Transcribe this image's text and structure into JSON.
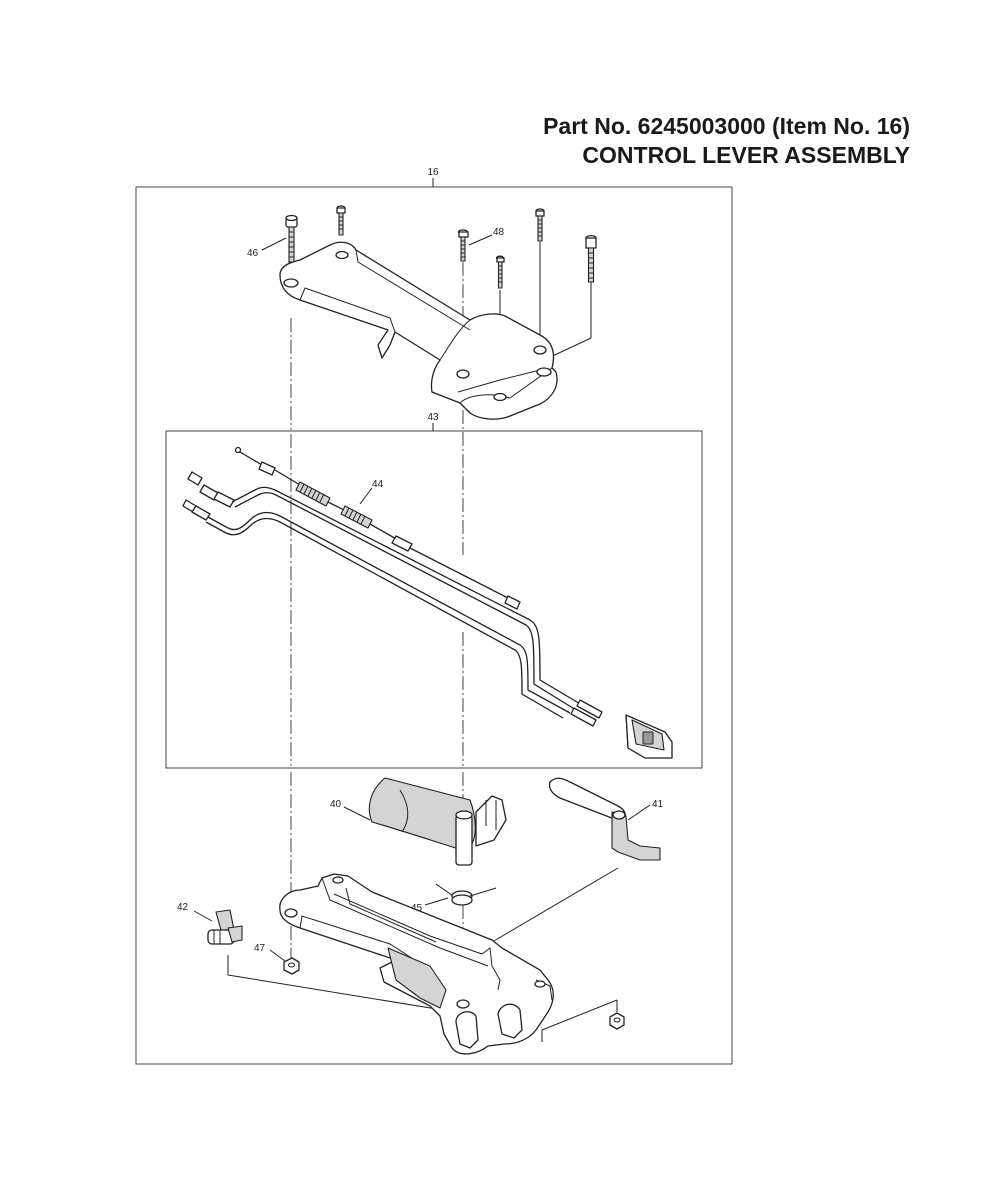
{
  "header": {
    "part_line": "Part No. 6245003000 (Item No. 16)",
    "assembly_name": "CONTROL LEVER ASSEMBLY"
  },
  "callouts": {
    "item_16": "16",
    "item_40": "40",
    "item_41": "41",
    "item_42": "42",
    "item_43": "43",
    "item_44": "44",
    "item_45": "45",
    "item_46": "46",
    "item_47": "47",
    "item_48": "48"
  },
  "icons": {
    "screw": "screw-icon",
    "cable": "throttle-cable-icon",
    "switch": "stop-switch-icon",
    "nut": "hex-nut-icon"
  }
}
